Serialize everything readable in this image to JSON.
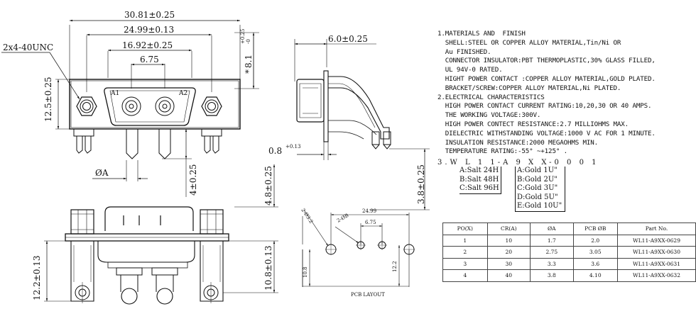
{
  "drawing": {
    "dims": {
      "overall_width": "30.81±0.25",
      "hole_spacing": "24.99±0.13",
      "shell_width": "16.92±0.25",
      "contact_pitch": "6.75",
      "thread": "2x4-40UNC",
      "body_height": "12.5±0.25",
      "side_height": "8.1",
      "side_tol_upper": "+0.25",
      "side_tol_lower": "-0",
      "side_prefix": "*",
      "side_depth": "6.0±0.25",
      "flange": "0.8",
      "flange_tol": "+0.13",
      "contact_dia": "ØA",
      "pin_length": "4±0.25",
      "pin_offset": "4.8±0.25",
      "pin_drop": "3.8±0.25",
      "front_height_left": "12.2±0.13",
      "front_height_right": "10.8±0.13",
      "contact_a1": "A1",
      "contact_a2": "A2"
    },
    "pcb": {
      "title": "PCB LAYOUT",
      "dim_width": "24.99",
      "dim_pitch": "6.75",
      "dim_hole1": "2-Ø3.2",
      "dim_hole2": "2-ØB",
      "dim_left": "10.8",
      "dim_right": "12.2"
    }
  },
  "notes": [
    "1.MATERIALS AND  FINISH",
    "  SHELL:STEEL OR COPPER ALLOY MATERIAL,Tin/Ni OR",
    "  Au FINISHED.",
    "  CONNECTOR INSULATOR:PBT THERMOPLASTIC,30% GLASS FILLED,",
    "  UL 94V-0 RATED.",
    "  HIGHT POWER CONTACT :COPPER ALLOY MATERIAL,GOLD PLATED.",
    "  BRACKET/SCREW:COPPER ALLOY MATERIAL,Ni PLATED.",
    "2.ELECTRICAL CHARACTERISTICS",
    "  HIGH POWER CONTACT CURRENT RATING:10,20,30 OR 40 AMPS.",
    "  THE WORKING VOLTAGE:300V.",
    "  HIGH POWER CONTECT RESISTANCE:2.7 MILLIOHMS MAX.",
    "  DIELECTRIC WITHSTANDING VOLTAGE:1000 V AC FOR 1 MINUTE.",
    "  INSULATION RESISTANCE:2000 MEGAOHMS MIN.",
    "  TEMPERATURE RATING:-55° ~+125° ."
  ],
  "part_code": "3.W L 1 1-A 9 X X-0 0 0 1",
  "salt_options": [
    "A:Salt 24H",
    "B:Salt 48H",
    "C:Salt 96H"
  ],
  "gold_options": [
    "A:Gold 1U\"",
    "B:Gold 2U\"",
    "C:Gold 3U\"",
    "D:Gold 5U\"",
    "E:Gold 10U\""
  ],
  "table": {
    "headers": [
      "PO(X)",
      "CR(A)",
      "ØA",
      "PCB ØB",
      "Part  No."
    ],
    "rows": [
      [
        "1",
        "10",
        "1.7",
        "2.0",
        "WL11-A9XX-0629"
      ],
      [
        "2",
        "20",
        "2.75",
        "3.05",
        "WL11-A9XX-0630"
      ],
      [
        "3",
        "30",
        "3.3",
        "3.6",
        "WL11-A9XX-0631"
      ],
      [
        "4",
        "40",
        "3.8",
        "4.10",
        "WL11-A9XX-0632"
      ]
    ]
  }
}
